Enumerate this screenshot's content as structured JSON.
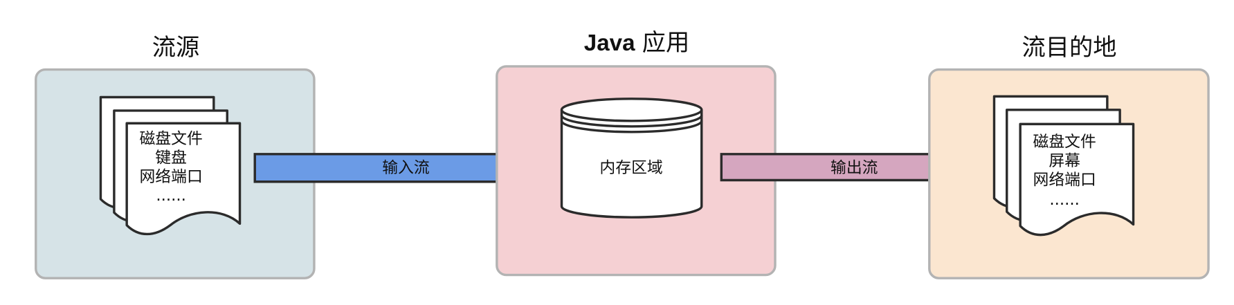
{
  "source": {
    "title": "流源",
    "items": [
      "磁盘文件",
      "键盘",
      "网络端口",
      "......"
    ]
  },
  "app": {
    "title_bold": "Java",
    "title_rest": "应用",
    "memory_label": "内存区域"
  },
  "destination": {
    "title": "流目的地",
    "items": [
      "磁盘文件",
      "屏幕",
      "网络端口",
      "......"
    ]
  },
  "flows": {
    "input_label": "输入流",
    "output_label": "输出流"
  },
  "colors": {
    "source_panel": "#d6e3e7",
    "app_panel": "#f5d0d3",
    "destination_panel": "#fbe6d0",
    "input_arrow": "#6b9be6",
    "output_arrow": "#d5a6bf"
  }
}
